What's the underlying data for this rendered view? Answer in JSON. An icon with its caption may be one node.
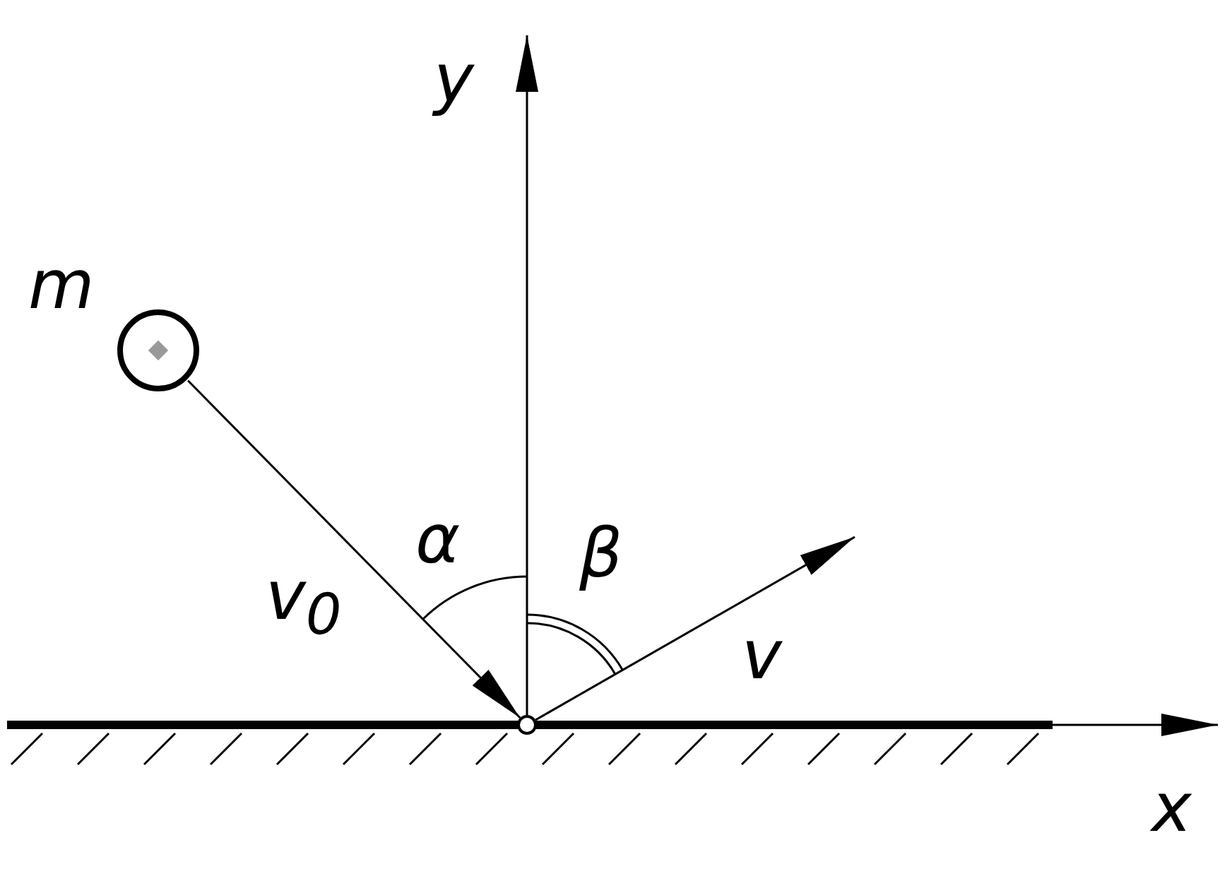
{
  "diagram": {
    "nodes": [
      {
        "text": [],
        "shape": "circle",
        "beside": [
          "m"
        ]
      },
      {
        "text": [],
        "shape": "point"
      }
    ],
    "edges": [
      {
        "from": 0,
        "to": 1,
        "arrow": "to",
        "label": "v$_{0}$"
      },
      {
        "from": 1,
        "to": null,
        "arrow": "to",
        "label": "v"
      }
    ],
    "labels": [
      "y",
      "α",
      "β",
      "x"
    ]
  }
}
